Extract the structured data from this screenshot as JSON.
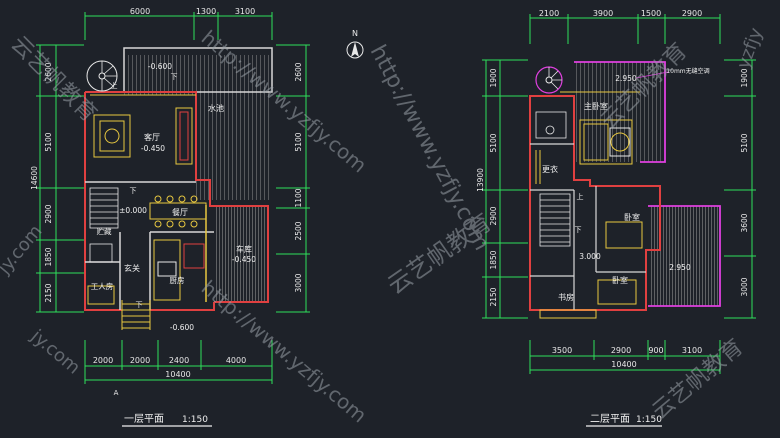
{
  "plan1": {
    "title": "一层平面",
    "scale": "1:150",
    "axis_label": "A",
    "top_dims": [
      "6000",
      "1300",
      "3100"
    ],
    "bottom_dims": [
      "2000",
      "2000",
      "2400",
      "4000"
    ],
    "bottom_total": "10400",
    "left_dims": [
      "2600",
      "5100",
      "2900",
      "1850",
      "2150"
    ],
    "left_total": "14600",
    "right_dims": [
      "2600",
      "5100",
      "1100",
      "2500",
      "3000"
    ],
    "rooms": {
      "living": "客厅",
      "living_level": "-0.450",
      "pool": "水池",
      "dining": "餐厅",
      "storage": "贮藏",
      "entry": "玄关",
      "kitchen": "厨房",
      "garage": "车库",
      "garage_level": "-0.450",
      "worker": "工人房",
      "stair_level": "±0.000",
      "top_level": "-0.600",
      "bottom_level": "-0.600",
      "up1": "上",
      "down1": "下",
      "down2": "下",
      "down3": "下"
    }
  },
  "plan2": {
    "title": "二层平面",
    "scale": "1:150",
    "top_dims": [
      "2100",
      "3900",
      "1500",
      "2900"
    ],
    "bottom_dims": [
      "3500",
      "2900",
      "900",
      "3100"
    ],
    "bottom_total": "10400",
    "left_dims": [
      "1900",
      "5100",
      "2900",
      "1850",
      "2150"
    ],
    "left_total": "13900",
    "right_dims": [
      "1900",
      "5100",
      "3600",
      "3000"
    ],
    "rooms": {
      "master": "主卧室",
      "closet": "更衣",
      "bed1": "卧室",
      "bed2": "卧室",
      "study": "书房",
      "terrace_level1": "2.950",
      "terrace_level2": "2.950",
      "stair_level": "3.000",
      "note": "10mm无缝空调",
      "up": "上",
      "down": "下"
    }
  },
  "north": "N",
  "watermark": {
    "brand": "云艺帆教育",
    "url": "http://www.yzfjy.com",
    "short": "jy.com",
    "edge": "yzfjy"
  }
}
